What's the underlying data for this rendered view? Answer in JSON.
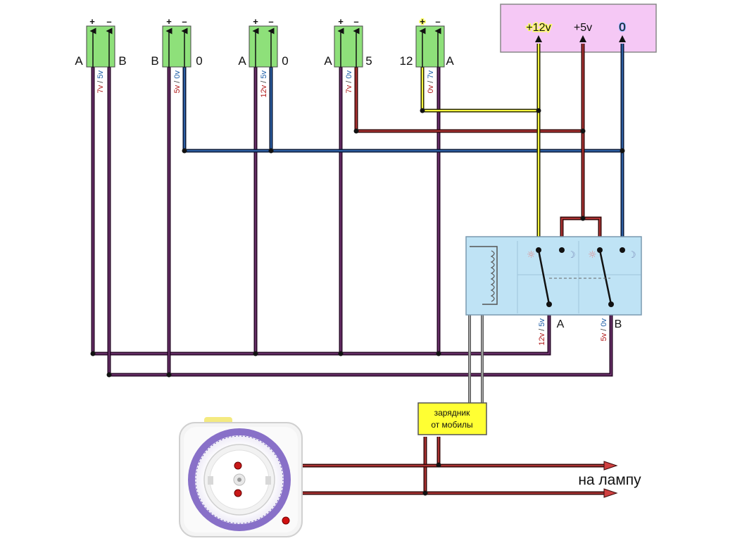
{
  "connectors": [
    {
      "id": "c1",
      "plus": "+",
      "minus": "–",
      "left": "A",
      "right": "B",
      "v_left": "7v",
      "v_sep": "/",
      "v_right": "5v"
    },
    {
      "id": "c2",
      "plus": "+",
      "minus": "–",
      "left": "B",
      "right": "0",
      "v_left": "5v",
      "v_sep": "/",
      "v_right": "0v"
    },
    {
      "id": "c3",
      "plus": "+",
      "minus": "–",
      "left": "A",
      "right": "0",
      "v_left": "12v",
      "v_sep": "/",
      "v_right": "5v"
    },
    {
      "id": "c4",
      "plus": "+",
      "minus": "–",
      "left": "A",
      "right": "5",
      "v_left": "7v",
      "v_sep": "/",
      "v_right": "0v"
    },
    {
      "id": "c5",
      "plus": "+",
      "minus": "–",
      "left": "12",
      "right": "A",
      "v_left": "0v",
      "v_sep": "/",
      "v_right": "7v"
    }
  ],
  "psu": {
    "v12": "+12v",
    "v5": "+5v",
    "v0": "0"
  },
  "relay": {
    "out_a": {
      "label": "A",
      "v_left": "12v",
      "v_sep": "/",
      "v_right": "5v"
    },
    "out_b": {
      "label": "B",
      "v_left": "5v",
      "v_sep": "/",
      "v_right": "0v"
    }
  },
  "charger": {
    "line1": "зарядник",
    "line2": "от мобилы"
  },
  "lamp_label": "на лампу",
  "colors": {
    "connector_fill": "#8ee07a",
    "psu_fill": "#f5c8f5",
    "relay_fill": "#bfe3f5",
    "charger_fill": "#ffff33",
    "wire_dark": "#2a0a2a",
    "wire_red": "#d04040",
    "wire_blue": "#3a78c8",
    "wire_yellow": "#ffff40",
    "v_red": "#b01818",
    "v_blue": "#1f5fa8"
  }
}
